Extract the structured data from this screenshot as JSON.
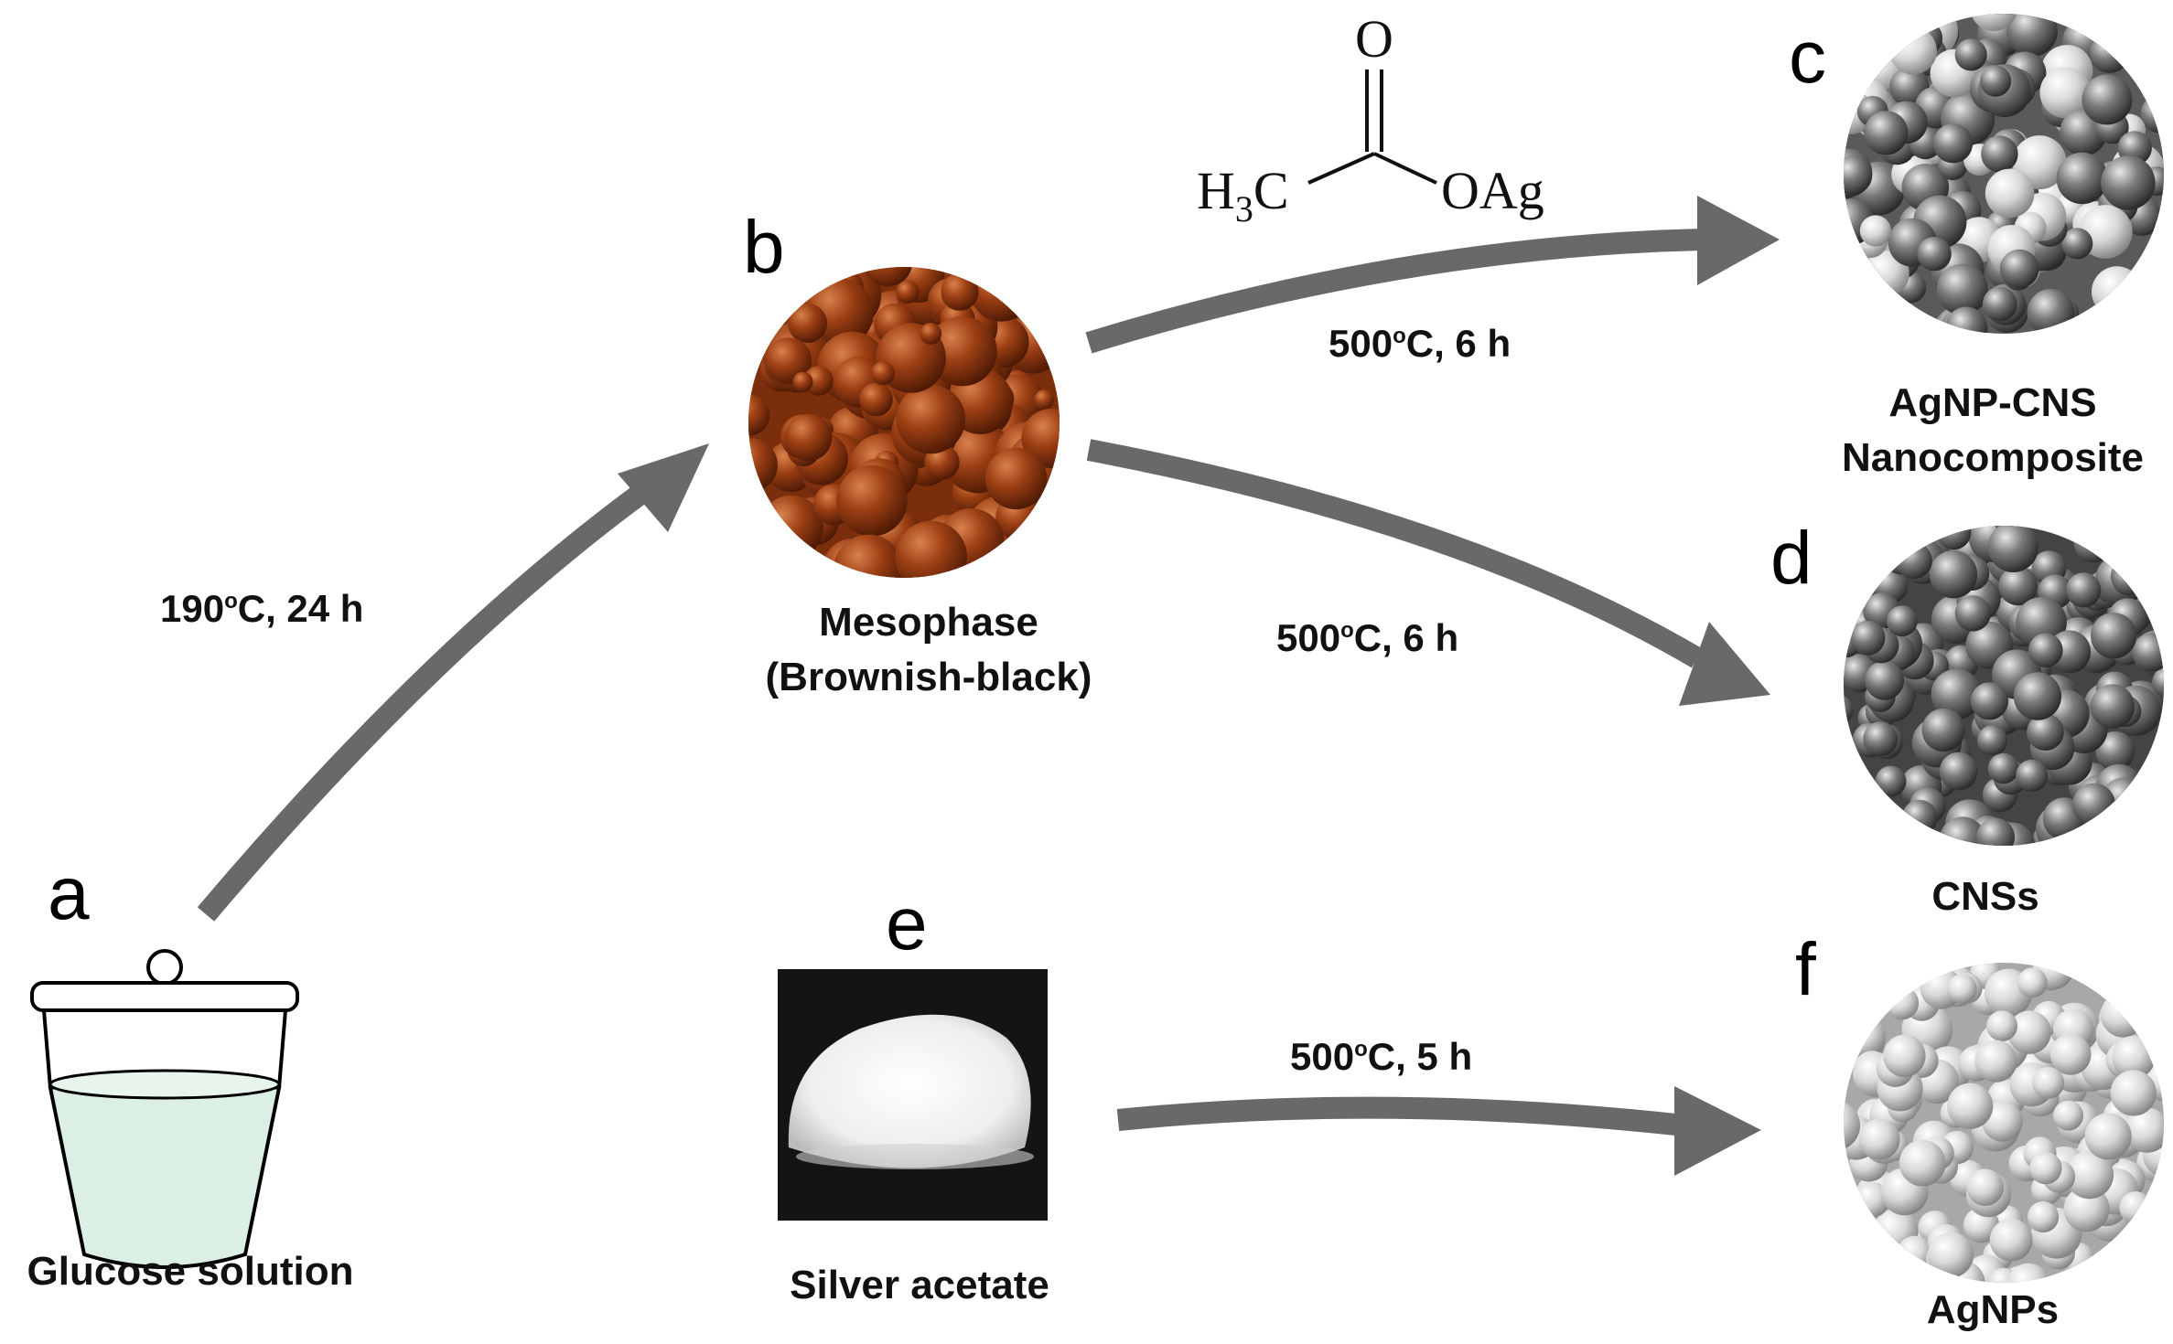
{
  "panels": {
    "a": {
      "letter": "a",
      "caption": "Glucose solution"
    },
    "b": {
      "letter": "b",
      "caption_line1": "Mesophase",
      "caption_line2": "(Brownish-black)"
    },
    "c": {
      "letter": "c",
      "caption_line1": "AgNP-CNS",
      "caption_line2": "Nanocomposite"
    },
    "d": {
      "letter": "d",
      "caption": "CNSs"
    },
    "e": {
      "letter": "e",
      "caption": "Silver acetate"
    },
    "f": {
      "letter": "f",
      "caption": "AgNPs"
    }
  },
  "conditions": {
    "a_to_b": {
      "value": "190",
      "unit": "C, 24 h"
    },
    "b_to_c": {
      "value": "500",
      "unit": "C, 6 h"
    },
    "b_to_d": {
      "value": "500",
      "unit": "C, 6 h"
    },
    "e_to_f": {
      "value": "500",
      "unit": "C, 5 h"
    }
  },
  "degree_symbol": "o",
  "reagent": {
    "h3c_main": "H",
    "h3c_sub": "3",
    "h3c_tail": "C",
    "oxygen": "O",
    "oag": "OAg"
  },
  "colors": {
    "arrow": "#696969",
    "mesophase_particle": "#8b3510",
    "cns_particle": "#777777",
    "agnp_particle": "#e4e4e4",
    "solution": "#dcefe4",
    "powder_bg": "#141414"
  }
}
